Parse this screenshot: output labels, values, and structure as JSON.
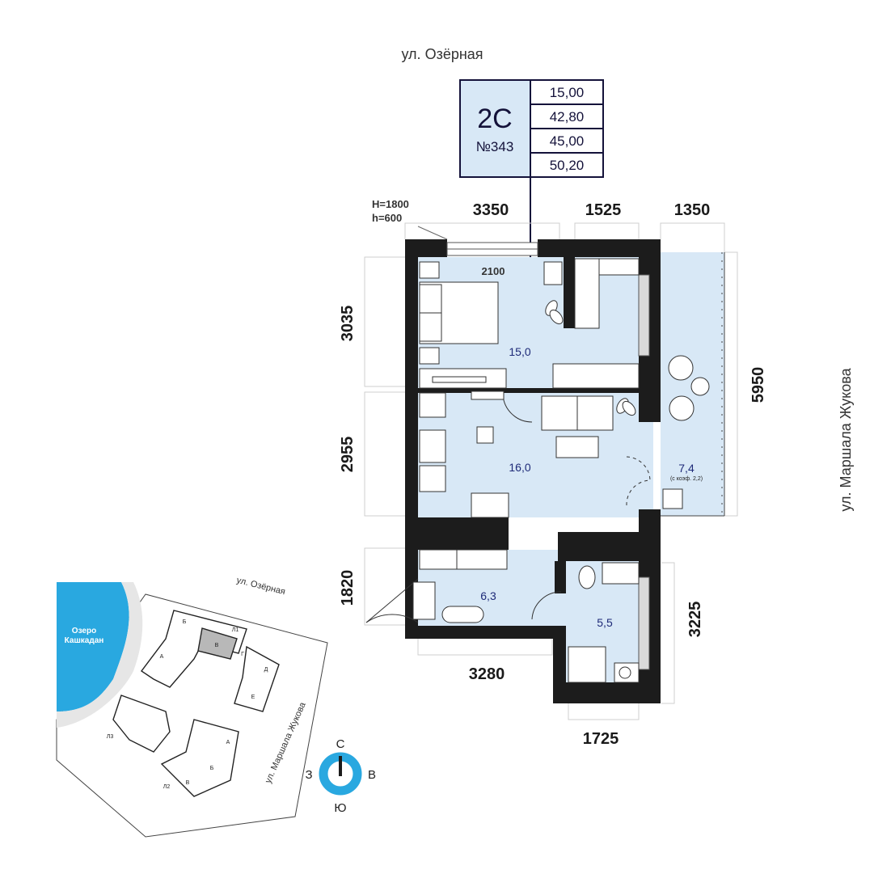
{
  "streets": {
    "top": "ул. Озёрная",
    "right": "ул. Маршала Жукова"
  },
  "apartment": {
    "type": "2С",
    "number": "№343",
    "areas": [
      "15,00",
      "42,80",
      "45,00",
      "50,20"
    ]
  },
  "window_note": {
    "h_upper": "H=1800",
    "h_lower": "h=600"
  },
  "dimensions": {
    "top_1": "3350",
    "top_2": "1525",
    "top_3": "1350",
    "left_1": "3035",
    "left_2": "2955",
    "left_3": "1820",
    "right_balcony": "5950",
    "right_bath": "3225",
    "bottom_1": "3280",
    "bottom_2": "1725",
    "window_2100": "2100"
  },
  "rooms": {
    "bedroom": "15,0",
    "living": "16,0",
    "hall": "6,3",
    "bath": "5,5",
    "balcony": "7,4",
    "balcony_note": "(с коэф. 2,2)"
  },
  "site_plan": {
    "lake": "Озеро\nКашкадан",
    "lake_line1": "Озеро",
    "lake_line2": "Кашкадан",
    "street_top": "ул. Озёрная",
    "street_right": "ул. Маршала Жукова",
    "labels": {
      "b_top": "Б",
      "l1": "Л1",
      "v_sel": "В",
      "g": "Г",
      "d": "Д",
      "a_left": "А",
      "e": "Е",
      "l3": "Л3",
      "a_bottom": "А",
      "b_bottom": "Б",
      "v_bottom": "В",
      "l2": "Л2"
    }
  },
  "compass": {
    "n": "С",
    "e": "В",
    "s": "Ю",
    "w": "З"
  },
  "colors": {
    "room_fill": "#d8e8f6",
    "wall": "#1c1c1c",
    "accent": "#29a8e0",
    "text": "#14123a"
  }
}
